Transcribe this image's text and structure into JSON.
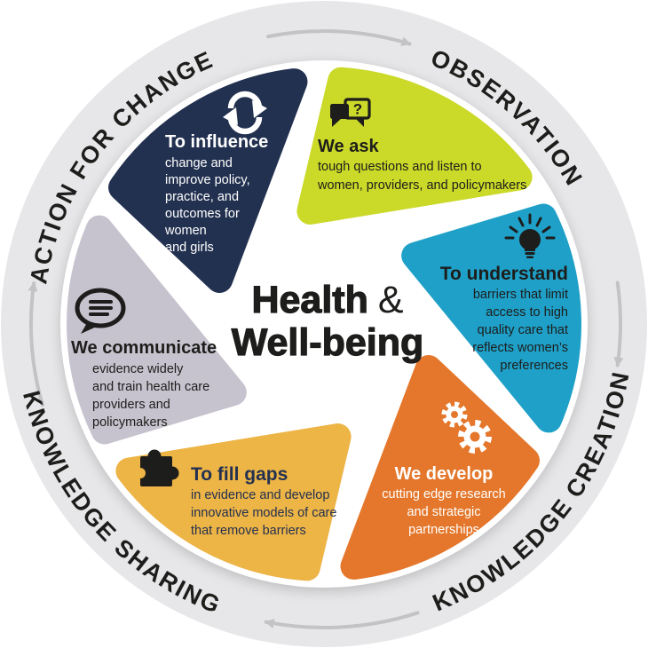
{
  "title": {
    "line1": "Health",
    "amp": "&",
    "line2": "Well-being"
  },
  "ring": {
    "ring_color": "#e7e7e9",
    "arrow_color": "#c3c3c6",
    "label_color": "#1d1d1b",
    "labels": [
      {
        "id": "action-for-change",
        "text": "ACTION FOR CHANGE"
      },
      {
        "id": "observation",
        "text": "OBSERVATION"
      },
      {
        "id": "knowledge-creation",
        "text": "KNOWLEDGE CREATION"
      },
      {
        "id": "knowledge-sharing",
        "text": "KNOWLEDGE SHARING"
      }
    ]
  },
  "segments": [
    {
      "id": "we-ask",
      "heading": "We ask",
      "body": [
        "tough questions and listen to",
        "women, providers, and policymakers"
      ],
      "color": "#cbd928",
      "text_color": "#1d1d1b",
      "icon": "chat-question-icon",
      "icon_glyph": "?"
    },
    {
      "id": "to-understand",
      "heading": "To understand",
      "body": [
        "barriers that limit",
        "access to high",
        "quality care that",
        "reflects women’s",
        "preferences"
      ],
      "color": "#1fa0c8",
      "text_color": "#1d1d1b",
      "icon": "lightbulb-icon"
    },
    {
      "id": "we-develop",
      "heading": "We develop",
      "body": [
        "cutting edge research",
        "and strategic",
        "partnerships"
      ],
      "color": "#e4772b",
      "text_color": "#ffffff",
      "icon": "gears-icon"
    },
    {
      "id": "to-fill-gaps",
      "heading": "To fill gaps",
      "body": [
        "in evidence and develop",
        "innovative models of care",
        "that remove barriers"
      ],
      "color": "#edb446",
      "text_color": "#233150",
      "icon": "puzzle-icon"
    },
    {
      "id": "we-communicate",
      "heading": "We communicate",
      "body": [
        "evidence widely",
        "and train health care",
        "providers and",
        "policymakers"
      ],
      "color": "#c7c3ce",
      "text_color": "#1d1d1b",
      "icon": "speech-bubble-icon"
    },
    {
      "id": "to-influence",
      "heading": "To influence",
      "body": [
        "change and",
        "improve policy,",
        "practice, and",
        "outcomes for",
        "women",
        "and girls"
      ],
      "color": "#233150",
      "text_color": "#ffffff",
      "icon": "cycle-icon"
    }
  ]
}
